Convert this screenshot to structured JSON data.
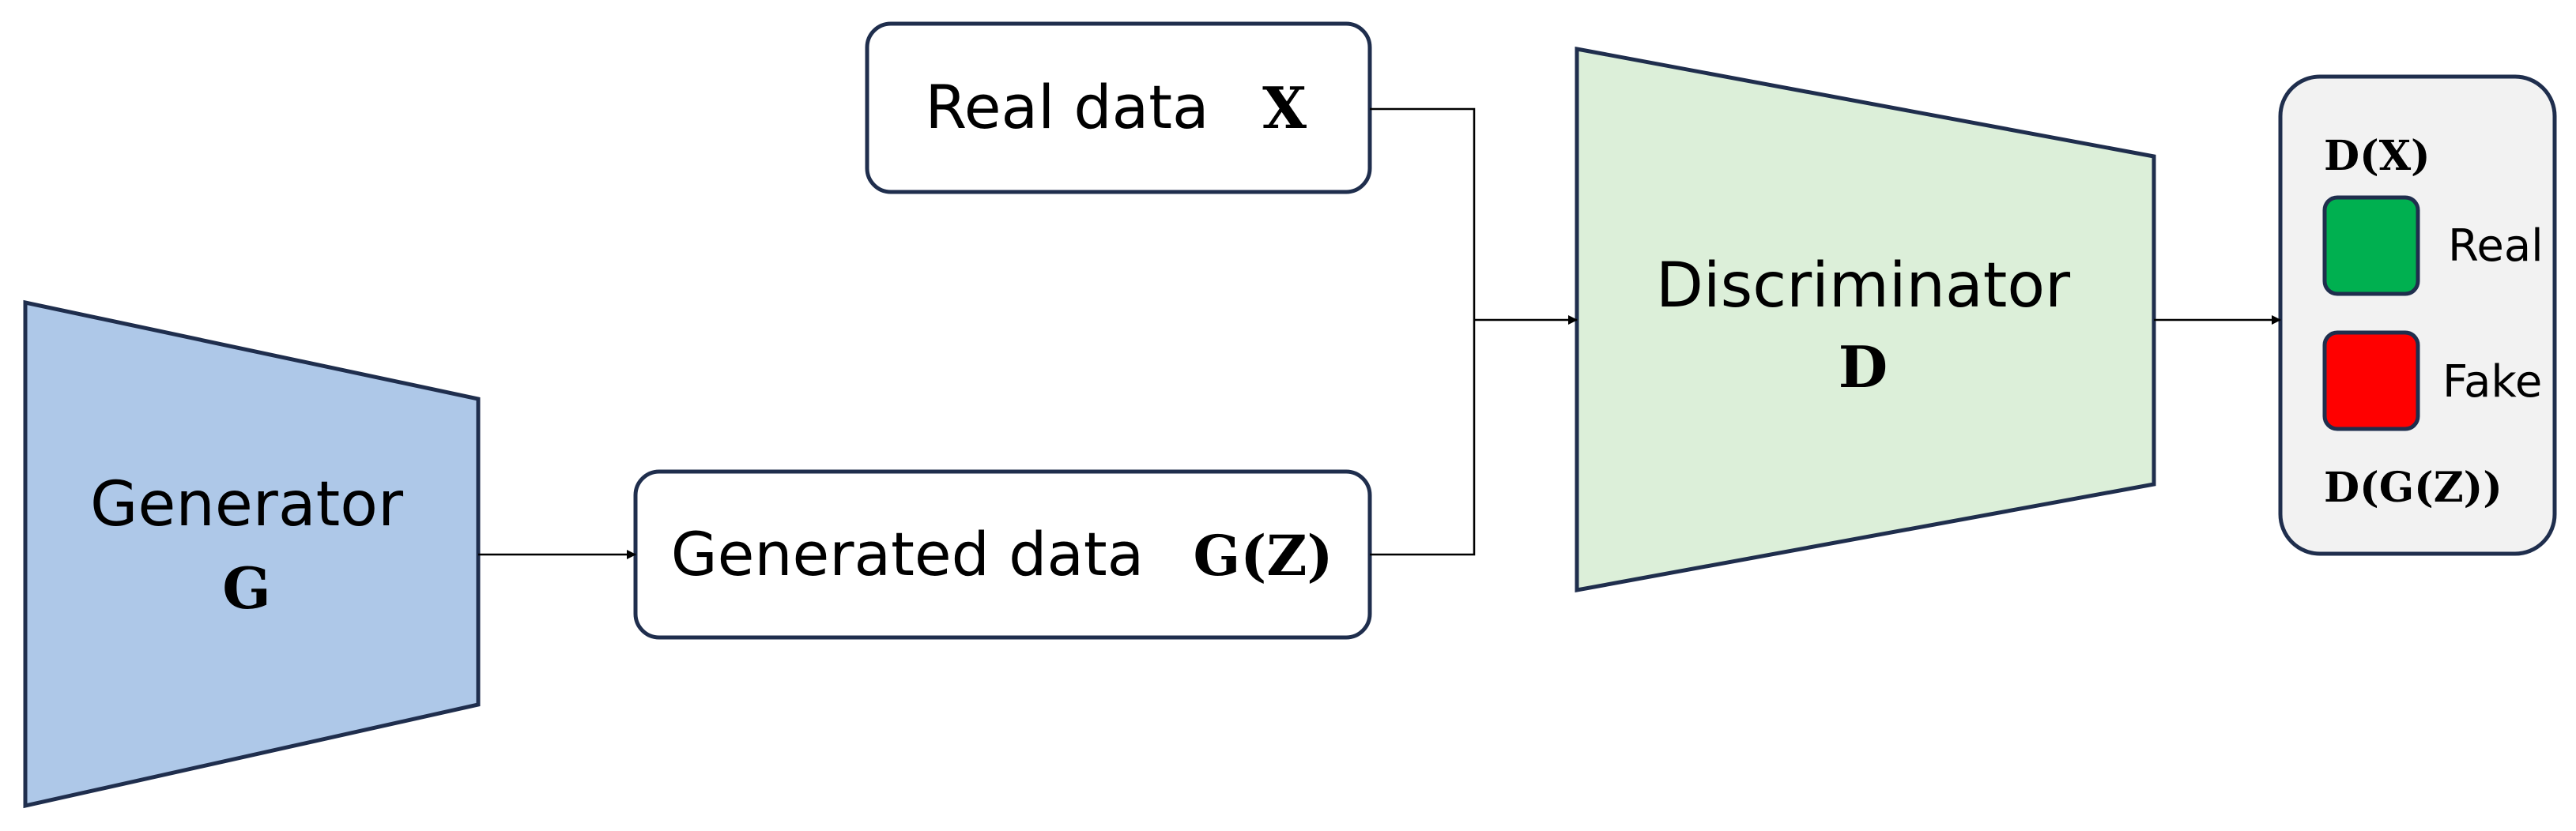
{
  "generator": {
    "title": "Generator",
    "symbol": "G"
  },
  "real_data": {
    "label": "Real data",
    "symbol": "X"
  },
  "generated_data": {
    "label": "Generated data",
    "symbol": "G(Z)"
  },
  "discriminator": {
    "title": "Discriminator",
    "symbol": "D"
  },
  "output": {
    "top_label": "D(X)",
    "real_label": "Real",
    "fake_label": "Fake",
    "bottom_label": "D(G(Z))"
  },
  "colors": {
    "generator_fill": "#aec8e8",
    "discriminator_fill": "#dcefd9",
    "output_panel_fill": "#f2f2f2",
    "real_swatch": "#00b050",
    "fake_swatch": "#ff0000",
    "outline": "#1f2e4d"
  }
}
